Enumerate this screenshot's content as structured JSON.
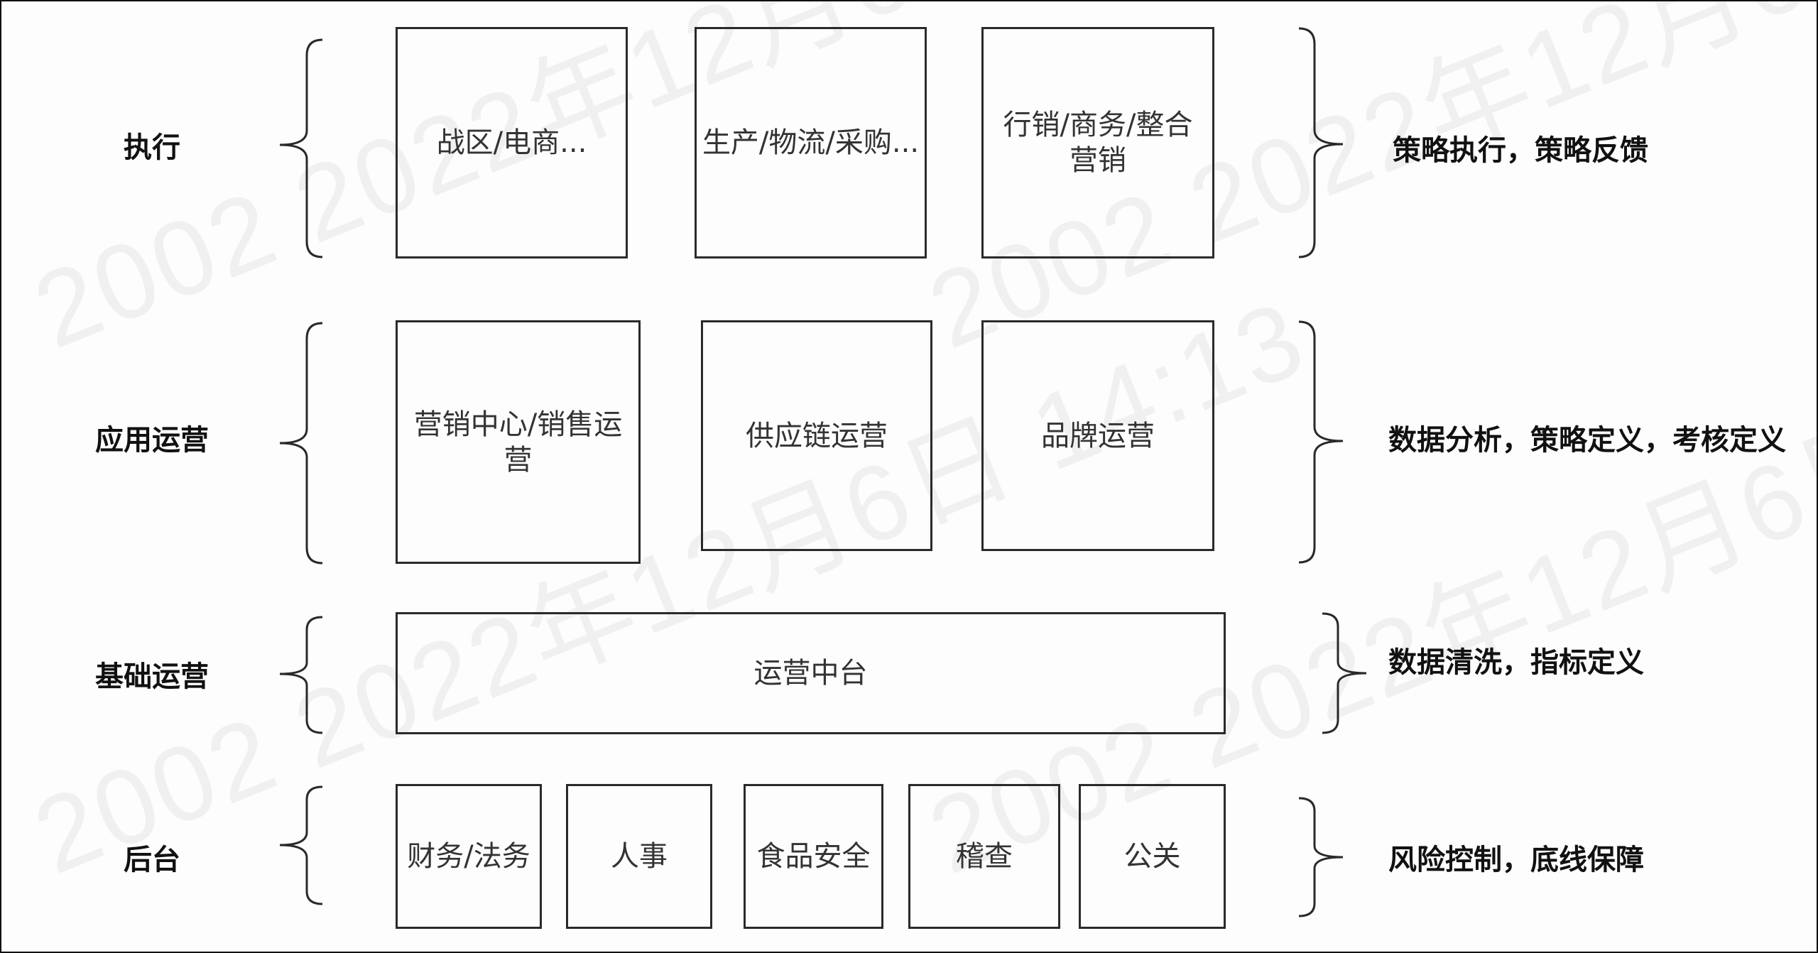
{
  "watermark": "2002 2022年12月6日 14:13",
  "rows": [
    {
      "label": "执行",
      "right_text": "策略执行，策略反馈",
      "boxes": [
        "战区/电商...",
        "生产/物流/采购...",
        "行销/商务/整合营销"
      ]
    },
    {
      "label": "应用运营",
      "right_text": "数据分析，策略定义，考核定义",
      "boxes": [
        "营销中心/销售运营",
        "供应链运营",
        "品牌运营"
      ]
    },
    {
      "label": "基础运营",
      "right_text": "数据清洗，指标定义",
      "boxes": [
        "运营中台"
      ]
    },
    {
      "label": "后台",
      "right_text": "风险控制，底线保障",
      "boxes": [
        "财务/法务",
        "人事",
        "食品安全",
        "稽查",
        "公关"
      ]
    }
  ],
  "colors": {
    "stroke": "#2a2a2a",
    "text": "#333333",
    "background": "#fdfdfd"
  }
}
